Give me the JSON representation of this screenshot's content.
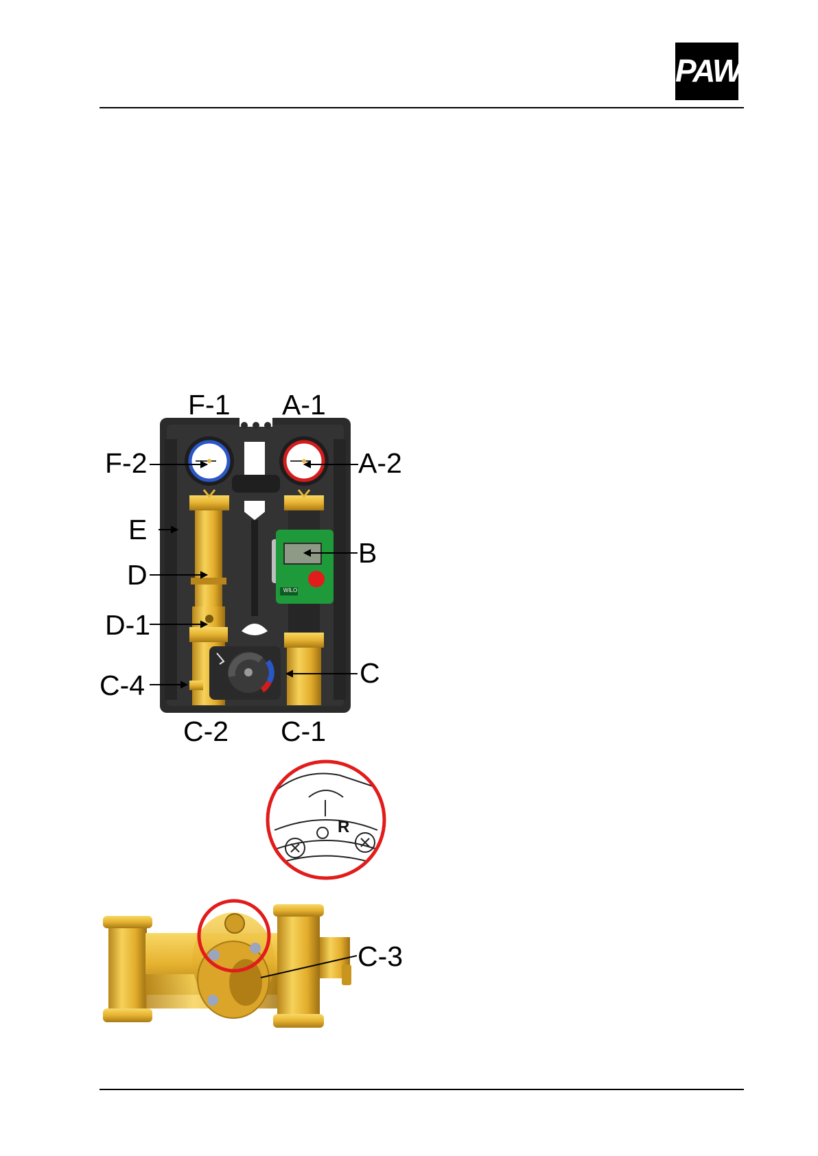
{
  "header": {
    "logo_text": "PAW"
  },
  "diagram": {
    "labels": {
      "f1": "F-1",
      "a1": "A-1",
      "f2": "F-2",
      "a2": "A-2",
      "e": "E",
      "b": "B",
      "d": "D",
      "d1": "D-1",
      "c4": "C-4",
      "c": "C",
      "c2": "C-2",
      "c1": "C-1",
      "c3": "C-3"
    },
    "pump_brand": "WILO",
    "detail_marking": "R"
  },
  "colors": {
    "housing": "#2a2a2a",
    "brass": "#e8b936",
    "pump_green": "#1f9a3a",
    "pump_button": "#e21b1b",
    "detail_circle": "#e21b1b",
    "gauge_blue": "#2b56c6",
    "gauge_red": "#d21d1d"
  }
}
